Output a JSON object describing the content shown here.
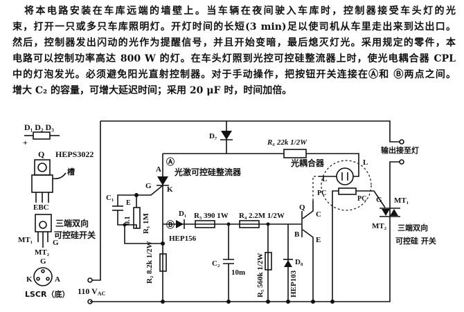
{
  "paragraph": {
    "lines": [
      "将本电路安装在车库远端的墙壁上。当车辆在夜间驶入车库时，控制器接受车头灯的光",
      "束，打开一只或多只车库照明灯。开灯时间的长短(3 min)足以使司机从车里走出来到达出口。",
      "然后，控制器发出闪动的光作为提醒信号，并且开始变暗，最后熄灭灯光。采用规定的零件，本",
      "电路可以控制功率高达 800 W 的灯。在车头灯照到光控可控硅整流器上时，使光电耦合器 CPL",
      "中的灯泡发光。必须避免阳光直射控制器。对于手动操作，把按钮开关连接在Ⓐ和 Ⓑ两点之间。",
      "增大 C₂ 的容量，可增大延迟时间；采用 20 μF 时，时间加倍。"
    ]
  },
  "diagram": {
    "diode_pkg": {
      "labels": "D₁ D₂ D₃",
      "plus": "+"
    },
    "transistor_pkg": {
      "q": "Q",
      "part": "HEPS3022",
      "notch": "槽",
      "pins": "EBC"
    },
    "triac_pkg": {
      "name_l1": "三端双向",
      "name_l2": "可控硅开关",
      "mt1": "MT₁",
      "g": "G",
      "mt2": "MT₂"
    },
    "lscr_pkg": {
      "g": "G",
      "k": "K",
      "a": "A",
      "name": "LSCR（底）"
    },
    "supply": "110 V",
    "supply_sub": "AC",
    "d7": "D₇",
    "node_a": "Ⓐ",
    "node_b": "Ⓑ",
    "scr_label": "光激可控硅整流器",
    "scr_a": "A",
    "scr_g": "G",
    "scr_k": "K",
    "c1": "C₁",
    "c1_e": "E",
    "c1_val": "0.1",
    "r1": "R₁ 1M",
    "r2": "R₂ 8.2k 1/2W",
    "d1": "D₁",
    "d1_part": "HEP156",
    "r3": "R₃ 390 1W",
    "r4": "R₄ 2.2M 1/2W",
    "c2": "C₂",
    "c2_val": "10m",
    "r5": "R₅ 560k 1/2W",
    "d8": "D₈",
    "d8_part": "HEP103",
    "r6": "R₆ 22k 1/2W",
    "coupler": "光耦合器",
    "lamp_l": "L",
    "pc": "PC",
    "q": "Q",
    "q_c": "C",
    "q_b": "B",
    "q_e": "E",
    "output": "输出接至灯",
    "triac_g": "G",
    "triac_mt1": "MT₁",
    "triac_mt2": "MT₂",
    "triac_name_l1": "三端双向",
    "triac_name_l2": "可控硅 开关"
  }
}
